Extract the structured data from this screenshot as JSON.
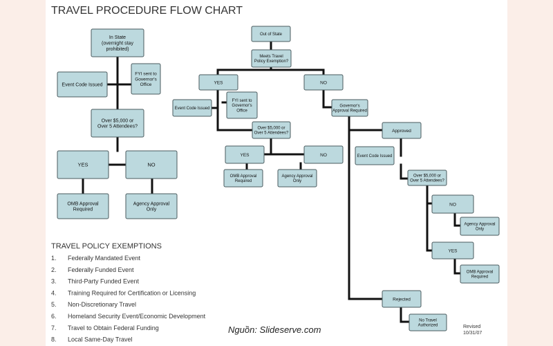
{
  "title": "TRAVEL PROCEDURE FLOW CHART",
  "colors": {
    "box_fill": "#bcd9de",
    "box_stroke": "#4a5a5e",
    "line": "#111111",
    "page": "#ffffff",
    "frame": "#fbeee8"
  },
  "left_flow": {
    "in_state": "In State\n(overnight stay\nprohibited)",
    "event_code": "Event Code Issued",
    "fyi": "FYI sent to\nGovernor's\nOffice",
    "over_5000": "Over $5,000 or\nOver 5 Attendees?",
    "yes": "YES",
    "no": "NO",
    "omb": "OMB Approval\nRequired",
    "agency": "Agency Approval\nOnly"
  },
  "right_flow": {
    "out_of_state": "Out of State",
    "meets_exemption": "Meets Travel\nPolicy Exemption?",
    "yes": "YES",
    "no": "NO",
    "event_code": "Event Code Issued",
    "fyi": "FYI sent to\nGovernor's\nOffice",
    "over_5000": "Over $5,000 or\nOver 5 Attendees?",
    "yes2": "YES",
    "no2": "NO",
    "omb": "OMB Approval\nRequired",
    "agency": "Agency Approval\nOnly",
    "governors_approval": "Governor's\nApproval Required",
    "approved": "Approved",
    "event_code2": "Event Code Issued",
    "over_5000b": "Over $5,000 or\nOver 5 Attendees?",
    "no3": "NO",
    "agency2": "Agency Approval\nOnly",
    "yes3": "YES",
    "omb2": "OMB Approval\nRequired",
    "rejected": "Rejected",
    "no_travel": "No Travel\nAuthorized"
  },
  "exemptions": {
    "heading": "TRAVEL POLICY EXEMPTIONS",
    "items": [
      {
        "num": "1.",
        "text": "Federally Mandated Event"
      },
      {
        "num": "2.",
        "text": "Federally Funded Event"
      },
      {
        "num": "3.",
        "text": "Third-Party Funded Event"
      },
      {
        "num": "4.",
        "text": "Training Required for Certification or Licensing"
      },
      {
        "num": "5.",
        "text": "Non-Discretionary Travel"
      },
      {
        "num": "6.",
        "text": "Homeland Security Event/Economic Development"
      },
      {
        "num": "7.",
        "text": "Travel to Obtain Federal Funding"
      },
      {
        "num": "8.",
        "text": "Local Same-Day Travel"
      }
    ]
  },
  "source": "Nguồn: Slideserve.com",
  "revised": "Revised\n10/31/07"
}
